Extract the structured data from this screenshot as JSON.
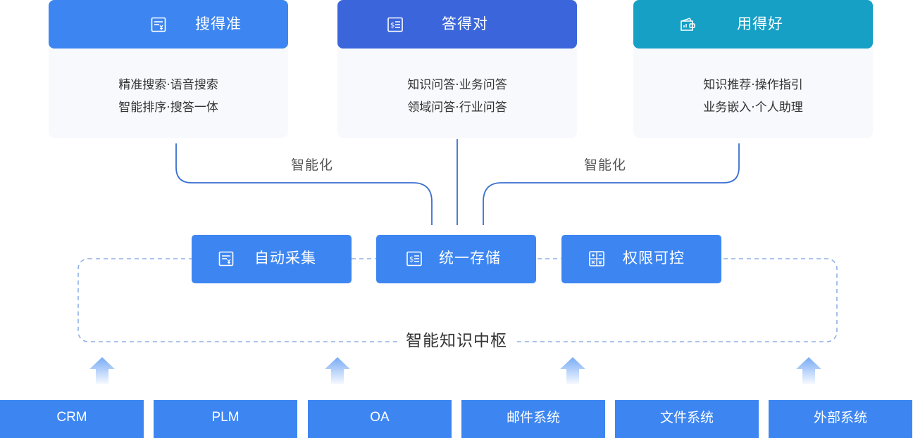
{
  "cards": [
    {
      "title": "搜得准",
      "lines": [
        "精准搜索·语音搜索",
        "智能排序·搜答一体"
      ],
      "icon": "receipt-icon",
      "color": "#3d86f2"
    },
    {
      "title": "答得对",
      "lines": [
        "知识问答·业务问答",
        "领域问答·行业问答"
      ],
      "icon": "document-list-icon",
      "color": "#3b66db"
    },
    {
      "title": "用得好",
      "lines": [
        "知识推荐·操作指引",
        "业务嵌入·个人助理"
      ],
      "icon": "wallet-icon",
      "color": "#16a0c6"
    }
  ],
  "connectors": {
    "left_label": "智能化",
    "right_label": "智能化"
  },
  "hub": {
    "title": "智能知识中枢",
    "boxes": [
      {
        "label": "自动采集",
        "icon": "receipt-icon"
      },
      {
        "label": "统一存储",
        "icon": "document-list-icon"
      },
      {
        "label": "权限可控",
        "icon": "calculator-icon"
      }
    ]
  },
  "sources": [
    "CRM",
    "PLM",
    "OA",
    "邮件系统",
    "文件系统",
    "外部系统"
  ],
  "colors": {
    "primary": "#3d86f2",
    "dark_blue": "#3b66db",
    "teal": "#16a0c6",
    "line": "#3a6fd0",
    "dashed": "#8fb0e6"
  }
}
